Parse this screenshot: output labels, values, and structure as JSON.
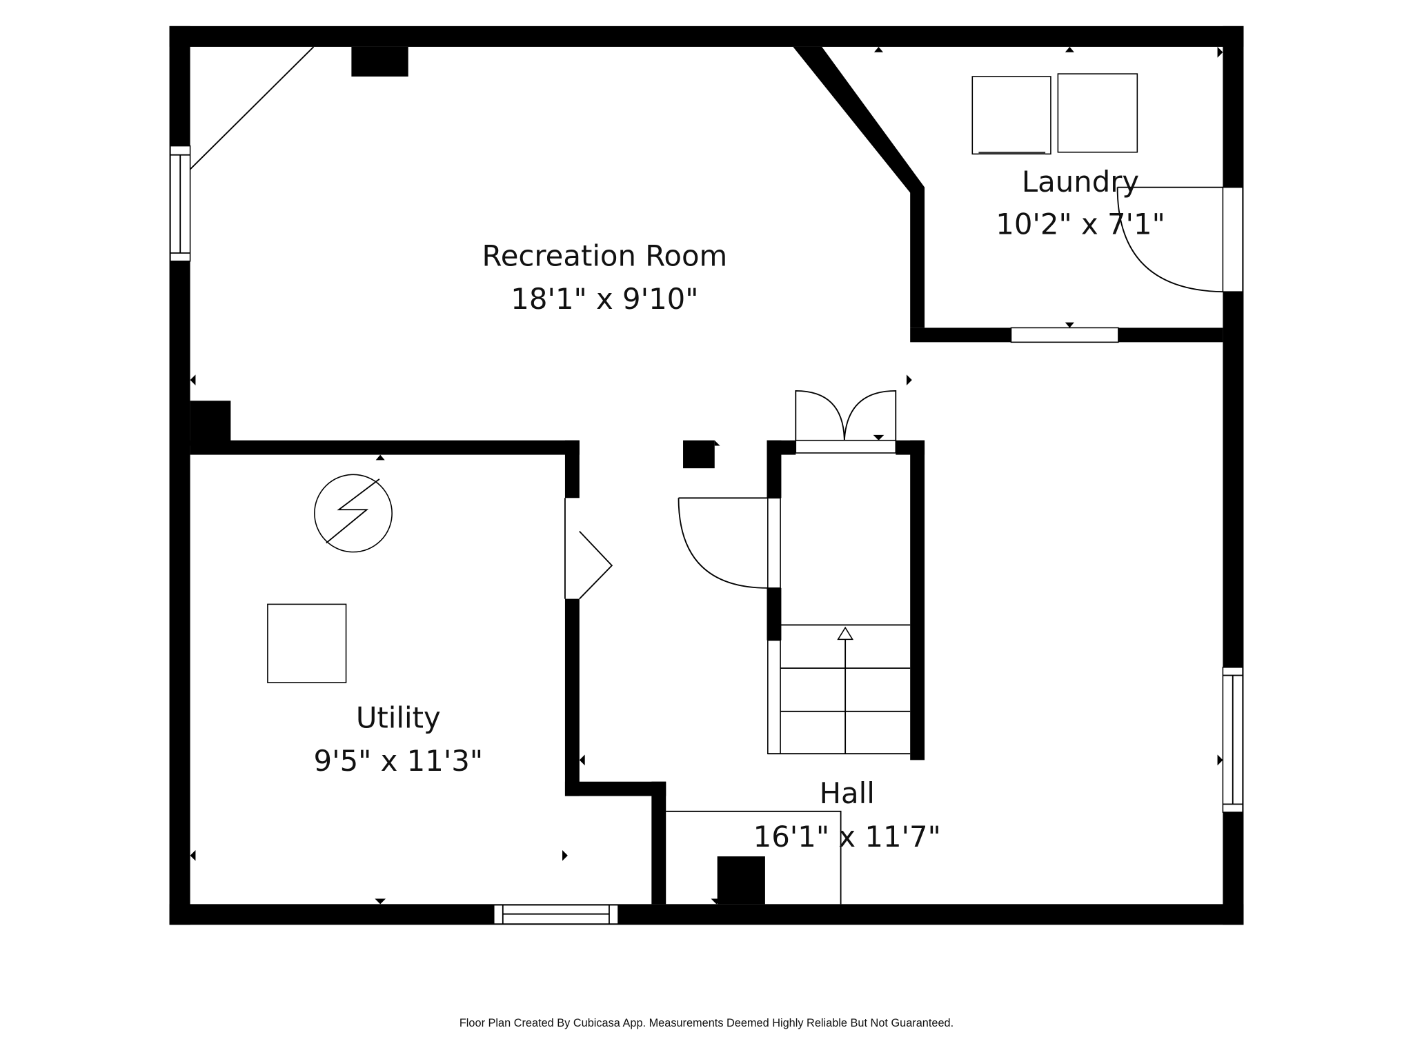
{
  "floor_plan": {
    "rooms": [
      {
        "name": "Recreation Room",
        "dimensions": "18'1\" x 9'10\""
      },
      {
        "name": "Laundry",
        "dimensions": "10'2\" x 7'1\""
      },
      {
        "name": "Utility",
        "dimensions": "9'5\" x 11'3\""
      },
      {
        "name": "Hall",
        "dimensions": "16'1\" x 11'7\""
      }
    ],
    "fixtures": [
      "electrical-panel-symbol",
      "water-heater-box",
      "washer",
      "dryer",
      "staircase-up"
    ],
    "colors": {
      "wall": "#000000",
      "background": "#ffffff",
      "text": "#111111"
    }
  },
  "footer": {
    "disclaimer": "Floor Plan Created By Cubicasa App. Measurements Deemed Highly Reliable But Not Guaranteed."
  }
}
